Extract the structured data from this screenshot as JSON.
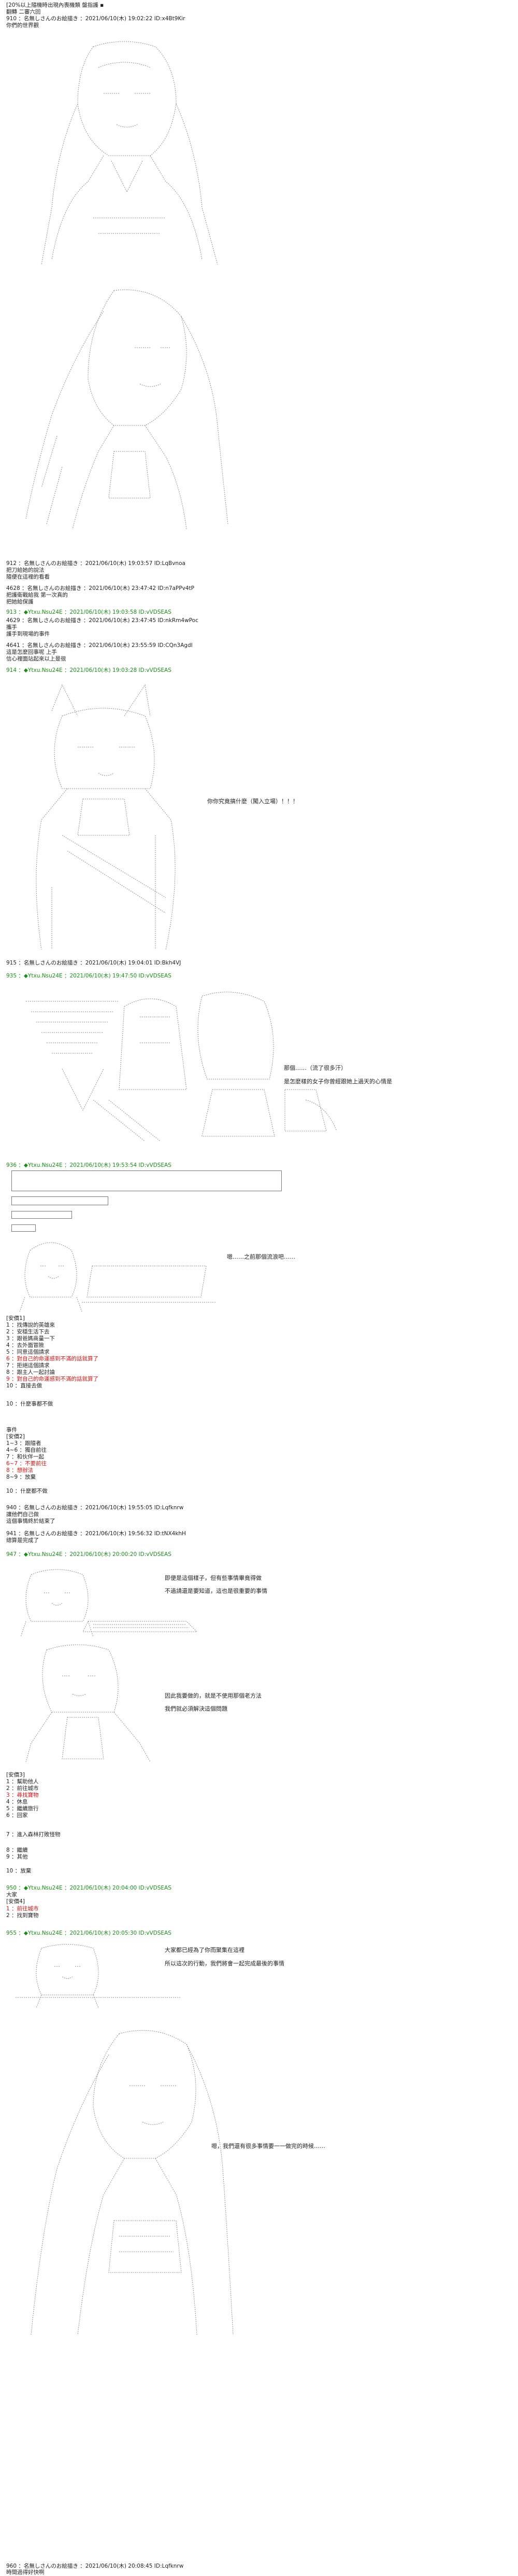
{
  "top": {
    "line1": "[20%以上隨機時出現內喪機類 盤指護 ▪",
    "line2": "翻轉 二審六回"
  },
  "posts": [
    {
      "id": "p910",
      "header": "910 ：名無しさんのお絵描き ：2021/06/10(木) 19:02:22 ID:x4Bt9Kir",
      "body": "你們的世界觀"
    },
    {
      "id": "p912",
      "header": "912 ：名無しさんのお絵描き ：2021/06/10(木) 19:03:57 ID:LqBvnoa",
      "body": "把刀給她的說法\n隨便在這裡的看看"
    },
    {
      "id": "p4628",
      "header": "4628 ：名無しさんのお絵描き ：2021/06/10(木) 23:47:42 ID:n7aPPv4tP",
      "body": "把護衛戰給我 第一次真的\n把她給保護"
    },
    {
      "id": "p913",
      "header": "913 ：◆Ytxu.Nsu24E ：2021/06/10(木) 19:03:58 ID:vVDSEAS",
      "body": ""
    },
    {
      "id": "p4629",
      "header": "4629 ：名無しさんのお絵描き ：2021/06/10(木) 23:47:45 ID:nkRm4wPoc",
      "body": "攜手\n護手到現場的事件"
    },
    {
      "id": "p4641",
      "header": "4641 ：名無しさんのお絵描き ：2021/06/10(木) 23:55:59 ID:CQn3AgdI",
      "body": "這是怎麼回事呢 上手\n信心裡面站起來以上是很"
    },
    {
      "id": "p914",
      "header": "914 ：◆Ytxu.Nsu24E ：2021/06/10(木) 19:03:28 ID:vVDSEAS",
      "body": ""
    },
    {
      "id": "p915",
      "header": "915 ：名無しさんのお絵描き ：2021/06/10(木) 19:04:01 ID:Bkh4VJ",
      "body": ""
    },
    {
      "id": "p935",
      "header": "935 ：◆Ytxu.Nsu24E ：2021/06/10(木) 19:47:50 ID:vVDSEAS",
      "body": ""
    },
    {
      "id": "p936",
      "header": "936 ：◆Ytxu.Nsu24E ：2021/06/10(木) 19:53:54 ID:vVDSEAS",
      "body": ""
    }
  ],
  "dialogue": {
    "d1": "你你究竟搞什麼（闖入立場）！！！",
    "d2a": "那個……（流了很多汗）",
    "d2b": "是怎麼樣的女子你曾經跟她上過天的心情是",
    "d3": "嗯……之前那個流浪吧……",
    "d4a": "即便是這個樣子，但有些事情畢竟得做",
    "d4b": "不過請還是要知道，這也是很重要的事情",
    "d5a": "因此我要做的，就是不使用那個老方法",
    "d5b": "我們就必須解決這個問題",
    "d6a": "大家都已經為了你而聚集在這裡",
    "d6b": "所以這次的行動，我們將會一起完成最後的事情",
    "d7": "嗯，我們還有很多事情要一一做完的時候……"
  },
  "choices1": {
    "title": "[安價1]",
    "items": [
      {
        "text": "1 ：找傳說的英雄來",
        "color": ""
      },
      {
        "text": "2 ：安穩生活下去",
        "color": ""
      },
      {
        "text": "3 ：跟爸媽商量一下",
        "color": ""
      },
      {
        "text": "4 ：去外面冒險",
        "color": ""
      },
      {
        "text": "5 ：同意這個請求",
        "color": ""
      },
      {
        "text": "6 ：對自己的命運感到不滿的話就算了",
        "color": "red"
      },
      {
        "text": "7 ：拒絕這個請求",
        "color": ""
      },
      {
        "text": "8 ：跟主人一起討論",
        "color": ""
      },
      {
        "text": "9 ：對自己的命運感到不滿的話就算了",
        "color": "red"
      },
      {
        "text": "10 ：直接去做",
        "color": ""
      }
    ],
    "footer": "10 ：什麼事都不做"
  },
  "meta1": {
    "a": "事件",
    "b": "[安價2]",
    "c": "1~3 ：跟隨者",
    "d": "4~6 ：獨自前往",
    "e": "7 ：和伙伴一起",
    "f": "8~9 ：放棄",
    "g": "10 ：什麼都不做",
    "red_a": "6~7 ：不要前往",
    "red_b": "8 ：想辦法"
  },
  "posts2": [
    {
      "id": "p940",
      "header": "940 ：名無しさんのお絵描き ：2021/06/10(木) 19:55:05 ID:Lqfknrw",
      "body": "讓他們自己做\n這個事情終於結束了"
    },
    {
      "id": "p941",
      "header": "941 ：名無しさんのお絵描き ：2021/06/10(木) 19:56:32 ID:tNX4khH",
      "body": "總算是完成了"
    },
    {
      "id": "p947",
      "header": "947 ：◆Ytxu.Nsu24E ：2021/06/10(木) 20:00:20 ID:vVDSEAS",
      "body": ""
    }
  ],
  "choices2": {
    "title": "[安價3]",
    "items": [
      {
        "text": "1 ：幫助他人",
        "color": ""
      },
      {
        "text": "2 ：前往城市",
        "color": ""
      },
      {
        "text": "3 ：尋找寶物",
        "color": "red"
      },
      {
        "text": "4 ：休息",
        "color": ""
      },
      {
        "text": "5 ：繼續旅行",
        "color": ""
      },
      {
        "text": "6 ：回家",
        "color": ""
      }
    ],
    "footer1": "7 ：進入森林打敗怪物",
    "footer2": "8 ：繼續",
    "footer3": "9 ：其他",
    "footer4": "10 ：放棄"
  },
  "posts3": [
    {
      "id": "p950",
      "header": "950 ：◆Ytxu.Nsu24E ：2021/06/10(木) 20:04:00 ID:vVDSEAS",
      "body": "大家\n[安價4]"
    },
    {
      "id": "p955",
      "header": "955 ：◆Ytxu.Nsu24E ：2021/06/10(木) 20:05:30 ID:vVDSEAS",
      "body": ""
    },
    {
      "id": "p960",
      "header": "960 ：名無しさんのお絵描き ：2021/06/10(木) 20:08:45 ID:Lqfknrw",
      "body": "時間過得好快啊"
    }
  ],
  "choices3": {
    "item1": "1 ：前往城市",
    "item2": "2 ：找到寶物",
    "item1_color": "red"
  },
  "colors": {
    "text": "#222222",
    "art": "#777777",
    "trip": "#1a8f1a",
    "highlight": "#d21414",
    "background": "#ffffff"
  }
}
